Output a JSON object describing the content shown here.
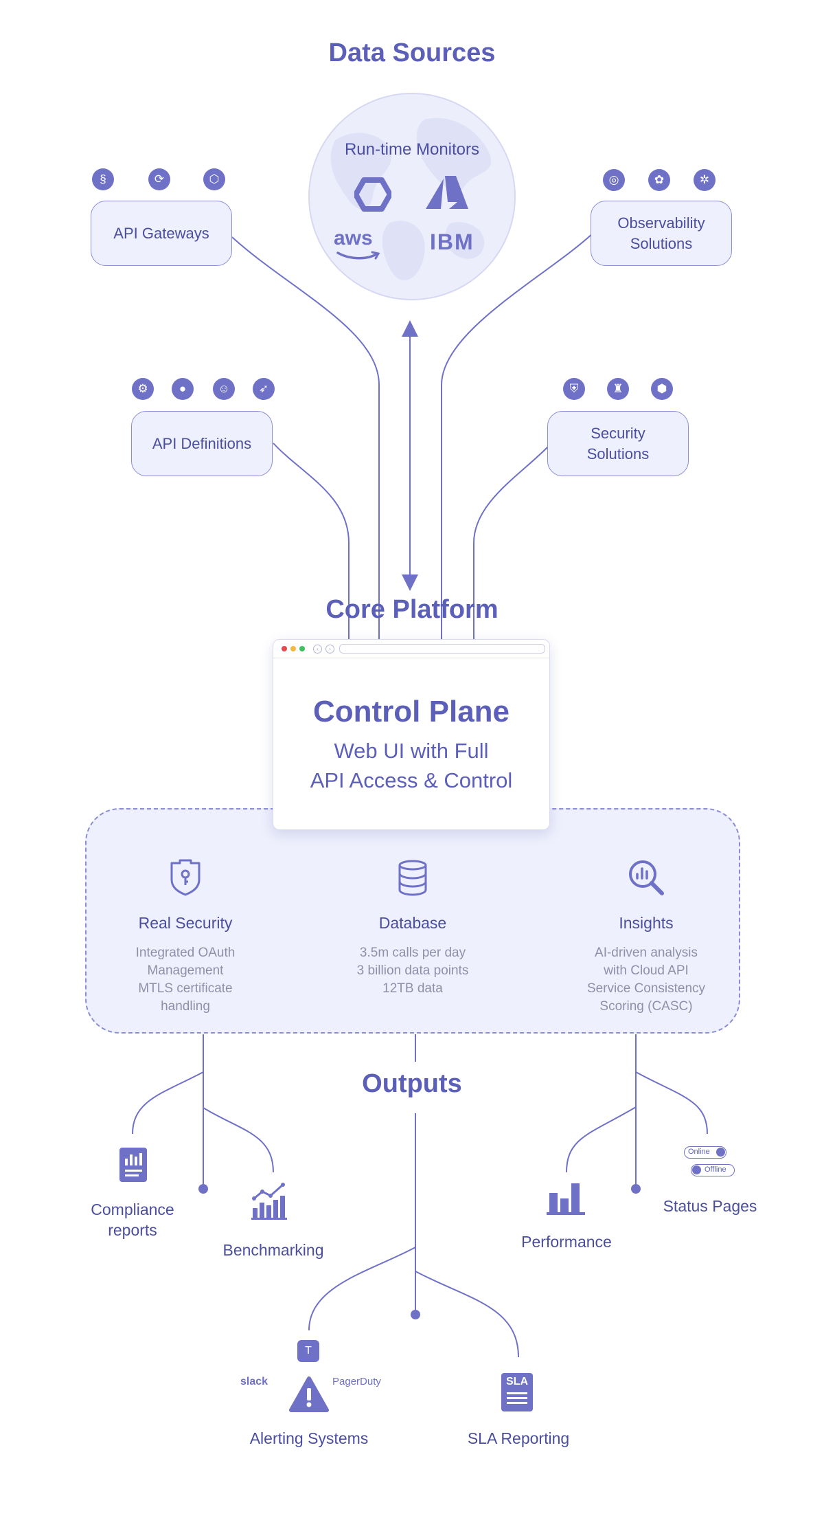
{
  "headings": {
    "data_sources": "Data Sources",
    "core_platform": "Core Platform",
    "outputs": "Outputs"
  },
  "sources": {
    "runtime_monitors": {
      "label": "Run-time Monitors",
      "providers": [
        "aws",
        "IBM"
      ]
    },
    "api_gateways": "API Gateways",
    "observability": "Observability\nSolutions",
    "api_definitions": "API Definitions",
    "security": "Security\nSolutions"
  },
  "control_plane": {
    "title": "Control Plane",
    "subtitle": "Web UI  with Full\nAPI Access & Control"
  },
  "features": [
    {
      "title": "Real Security",
      "lines": [
        "Integrated OAuth",
        "Management",
        "MTLS certificate",
        "handling"
      ]
    },
    {
      "title": "Database",
      "lines": [
        "3.5m calls per day",
        "3 billion data points",
        "12TB data"
      ]
    },
    {
      "title": "Insights",
      "lines": [
        "AI-driven analysis",
        "with Cloud API",
        "Service Consistency",
        "Scoring (CASC)"
      ]
    }
  ],
  "outputs": {
    "compliance": "Compliance\nreports",
    "benchmarking": "Benchmarking",
    "performance": "Performance",
    "status_pages": "Status Pages",
    "status_toggles": [
      "Online",
      "Offline"
    ],
    "alerting": "Alerting Systems",
    "alerting_brands": [
      "slack",
      "PagerDuty"
    ],
    "sla_reporting": "SLA Reporting",
    "sla_badge": "SLA"
  },
  "colors": {
    "accent": "#5c5fb8",
    "line": "#6e71c6",
    "panel": "#eef0fd",
    "muted_text": "#8f90a8"
  }
}
